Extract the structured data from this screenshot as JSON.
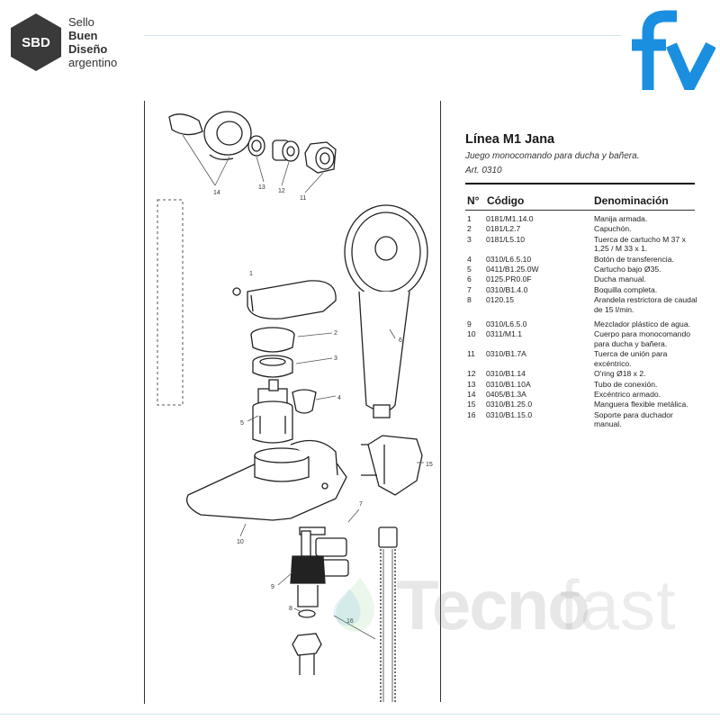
{
  "header": {
    "sbd_badge": "SBD",
    "sbd_line1": "Sello",
    "sbd_line2": "Buen",
    "sbd_line3": "Diseño",
    "sbd_line4": "argentino",
    "brand_logo": "fv"
  },
  "product": {
    "title": "Línea M1 Jana",
    "subtitle": "Juego monocomando para ducha y bañera.",
    "article": "Art. 0310"
  },
  "table": {
    "headers": {
      "n": "N°",
      "code": "Código",
      "name": "Denominación"
    },
    "rows": [
      {
        "n": "1",
        "code": "0181/M1.14.0",
        "name": "Manija armada."
      },
      {
        "n": "2",
        "code": "0181/L2.7",
        "name": "Capuchón."
      },
      {
        "n": "3",
        "code": "0181/L5.10",
        "name": "Tuerca de cartucho M 37 x 1,25 / M 33 x 1."
      },
      {
        "n": "4",
        "code": "0310/L6.5.10",
        "name": "Botón de transferencia."
      },
      {
        "n": "5",
        "code": "0411/B1.25.0W",
        "name": "Cartucho bajo Ø35."
      },
      {
        "n": "6",
        "code": "0125.PR0.0F",
        "name": "Ducha manual."
      },
      {
        "n": "7",
        "code": "0310/B1.4.0",
        "name": "Boquilla completa."
      },
      {
        "n": "8",
        "code": "0120.15",
        "name": "Arandela restrictora de caudal de 15 l/min."
      },
      {
        "n": "9",
        "code": "0310/L6.5.0",
        "name": "Mezclador plástico de agua."
      },
      {
        "n": "10",
        "code": "0311/M1.1",
        "name": "Cuerpo para monocomando para ducha y bañera."
      },
      {
        "n": "11",
        "code": "0310/B1.7A",
        "name": "Tuerca de unión para excéntrico."
      },
      {
        "n": "12",
        "code": "0310/B1.14",
        "name": "O'ring Ø18 x 2."
      },
      {
        "n": "13",
        "code": "0310/B1.10A",
        "name": "Tubo de conexión."
      },
      {
        "n": "14",
        "code": "0405/B1.3A",
        "name": "Excéntrico armado."
      },
      {
        "n": "15",
        "code": "0310/B1.25.0",
        "name": "Manguera flexible metálica."
      },
      {
        "n": "16",
        "code": "0310/B1.15.0",
        "name": "Soporte para duchador manual."
      }
    ]
  },
  "diagram_labels": {
    "l14": "14",
    "l13": "13",
    "l12": "12",
    "l11": "11",
    "l1": "1",
    "l2": "2",
    "l3": "3",
    "l4": "4",
    "l5": "5",
    "l6": "6",
    "l7": "7",
    "l8": "8",
    "l9": "9",
    "l10": "10",
    "l15": "15",
    "l16": "16"
  },
  "watermark": {
    "part1": "Tecno",
    "part2": "fast"
  },
  "colors": {
    "fv_blue": "#1a8fe0",
    "sbd_hex": "#3a3a3a",
    "accent_line": "#cfe7ea"
  }
}
